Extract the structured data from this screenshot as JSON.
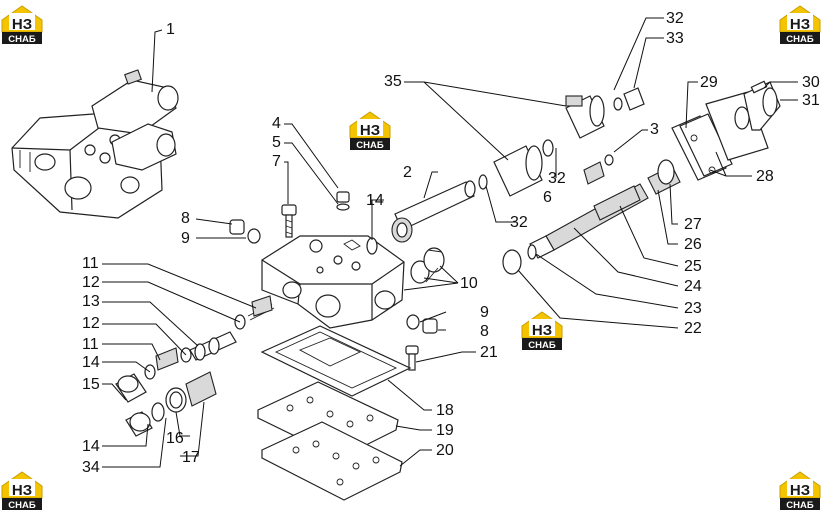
{
  "diagram": {
    "callouts": [
      {
        "id": "c1",
        "text": "1"
      },
      {
        "id": "c2",
        "text": "2"
      },
      {
        "id": "c3",
        "text": "3"
      },
      {
        "id": "c4",
        "text": "4"
      },
      {
        "id": "c5",
        "text": "5"
      },
      {
        "id": "c6",
        "text": "6"
      },
      {
        "id": "c7",
        "text": "7"
      },
      {
        "id": "c8a",
        "text": "8"
      },
      {
        "id": "c8b",
        "text": "8"
      },
      {
        "id": "c9a",
        "text": "9"
      },
      {
        "id": "c9b",
        "text": "9"
      },
      {
        "id": "c10",
        "text": "10"
      },
      {
        "id": "c11a",
        "text": "11"
      },
      {
        "id": "c11b",
        "text": "11"
      },
      {
        "id": "c12a",
        "text": "12"
      },
      {
        "id": "c12b",
        "text": "12"
      },
      {
        "id": "c13",
        "text": "13"
      },
      {
        "id": "c14a",
        "text": "14"
      },
      {
        "id": "c14b",
        "text": "14"
      },
      {
        "id": "c14c",
        "text": "14"
      },
      {
        "id": "c15",
        "text": "15"
      },
      {
        "id": "c16",
        "text": "16"
      },
      {
        "id": "c17",
        "text": "17"
      },
      {
        "id": "c18",
        "text": "18"
      },
      {
        "id": "c19",
        "text": "19"
      },
      {
        "id": "c20",
        "text": "20"
      },
      {
        "id": "c21",
        "text": "21"
      },
      {
        "id": "c22",
        "text": "22"
      },
      {
        "id": "c23",
        "text": "23"
      },
      {
        "id": "c24",
        "text": "24"
      },
      {
        "id": "c25",
        "text": "25"
      },
      {
        "id": "c26",
        "text": "26"
      },
      {
        "id": "c27",
        "text": "27"
      },
      {
        "id": "c28",
        "text": "28"
      },
      {
        "id": "c29",
        "text": "29"
      },
      {
        "id": "c30",
        "text": "30"
      },
      {
        "id": "c31",
        "text": "31"
      },
      {
        "id": "c32a",
        "text": "32"
      },
      {
        "id": "c32b",
        "text": "32"
      },
      {
        "id": "c32c",
        "text": "32"
      },
      {
        "id": "c33",
        "text": "33"
      },
      {
        "id": "c34",
        "text": "34"
      },
      {
        "id": "c35",
        "text": "35"
      }
    ]
  },
  "watermark": {
    "logo_top": "НЗ",
    "logo_bottom": "СНАБ",
    "accent_color": "#f5c400",
    "dark_color": "#1a1a1a"
  }
}
